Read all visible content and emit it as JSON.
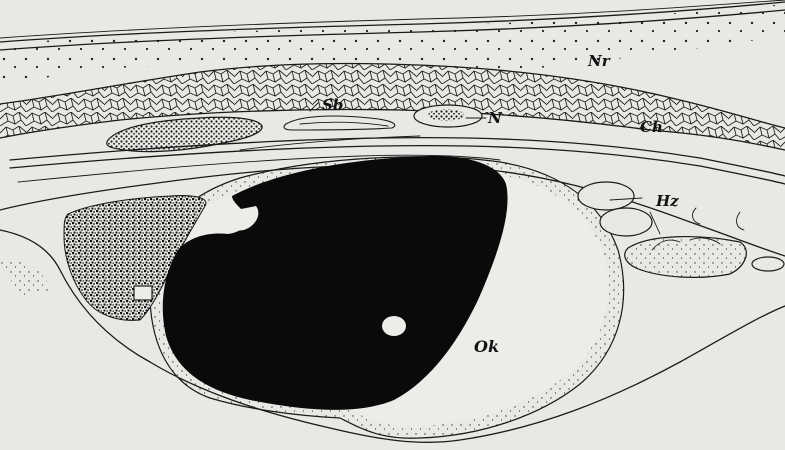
{
  "figure": {
    "background": "#e8e8e5",
    "ink": "#111111",
    "labels": {
      "nr": "Nr",
      "ch": "Ch",
      "sb": "Sb",
      "n": "N",
      "hz": "Hz",
      "ok": "Ok"
    }
  }
}
